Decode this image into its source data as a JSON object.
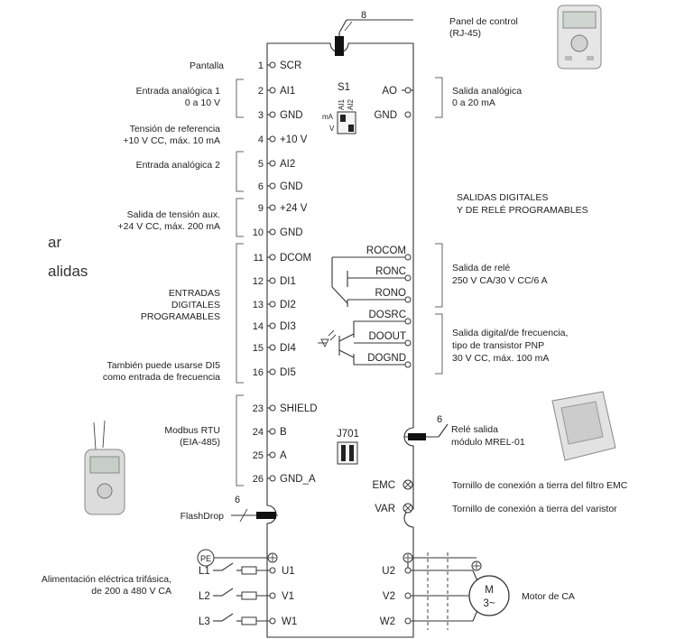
{
  "fragments": {
    "line1": "ar",
    "line2": "alidas"
  },
  "top": {
    "rj45_num": "8",
    "control_panel_1": "Panel de control",
    "control_panel_2": "(RJ-45)"
  },
  "left": {
    "pantalla": "Pantalla",
    "ai1_1": "Entrada analógica 1",
    "ai1_2": "0 a 10 V",
    "ref_1": "Tensión de referencia",
    "ref_2": "+10 V CC, máx. 10 mA",
    "ai2": "Entrada analógica 2",
    "aux_1": "Salida de tensión aux.",
    "aux_2": "+24 V CC, máx. 200 mA",
    "din_1": "ENTRADAS",
    "din_2": "DIGITALES",
    "din_3": "PROGRAMABLES",
    "di5_1": "También puede usarse DI5",
    "di5_2": "como entrada de frecuencia",
    "modbus_1": "Modbus RTU",
    "modbus_2": "(EIA-485)",
    "flashdrop": "FlashDrop",
    "flashdrop_num": "6",
    "power_1": "Alimentación eléctrica trifásica,",
    "power_2": "de 200 a 480 V CA"
  },
  "terminals": [
    {
      "num": "1",
      "name": "SCR"
    },
    {
      "num": "2",
      "name": "AI1"
    },
    {
      "num": "3",
      "name": "GND"
    },
    {
      "num": "4",
      "name": "+10 V"
    },
    {
      "num": "5",
      "name": "AI2"
    },
    {
      "num": "6",
      "name": "GND"
    },
    {
      "num": "9",
      "name": "+24 V"
    },
    {
      "num": "10",
      "name": "GND"
    },
    {
      "num": "11",
      "name": "DCOM"
    },
    {
      "num": "12",
      "name": "DI1"
    },
    {
      "num": "13",
      "name": "DI2"
    },
    {
      "num": "14",
      "name": "DI3"
    },
    {
      "num": "15",
      "name": "DI4"
    },
    {
      "num": "16",
      "name": "DI5"
    },
    {
      "num": "23",
      "name": "SHIELD"
    },
    {
      "num": "24",
      "name": "B"
    },
    {
      "num": "25",
      "name": "A"
    },
    {
      "num": "26",
      "name": "GND_A"
    }
  ],
  "switches": {
    "s1": "S1",
    "s1_ai1": "AI1",
    "s1_ai2": "AI2",
    "s1_ma": "mA",
    "s1_v": "V",
    "j701": "J701"
  },
  "right_terminals": {
    "ao": "AO",
    "gnd": "GND",
    "rocom": "ROCOM",
    "ronc": "RONC",
    "rono": "RONO",
    "dosrc": "DOSRC",
    "doout": "DOOUT",
    "dognd": "DOGND",
    "emc": "EMC",
    "var": "VAR",
    "u2": "U2",
    "v2": "V2",
    "w2": "W2"
  },
  "right": {
    "ao_1": "Salida analógica",
    "ao_2": "0 a 20 mA",
    "digital_1": "SALIDAS DIGITALES",
    "digital_2": "Y DE RELÉ PROGRAMABLES",
    "relay_1": "Salida de relé",
    "relay_2": "250 V CA/30 V CC/6 A",
    "do_1": "Salida digital/de frecuencia,",
    "do_2": "tipo de transistor PNP",
    "do_3": "30 V CC, máx. 100 mA",
    "mrel_num": "6",
    "mrel_1": "Relé salida",
    "mrel_2": "módulo MREL-01",
    "emc_desc": "Tornillo de conexión a tierra del filtro EMC",
    "var_desc": "Tornillo de conexión a tierra del varistor",
    "motor": "Motor de CA",
    "motor_m": "M",
    "motor_3": "3~"
  },
  "power": {
    "pe": "PE",
    "l1": "L1",
    "l2": "L2",
    "l3": "L3",
    "u1": "U1",
    "v1": "V1",
    "w1": "W1"
  }
}
